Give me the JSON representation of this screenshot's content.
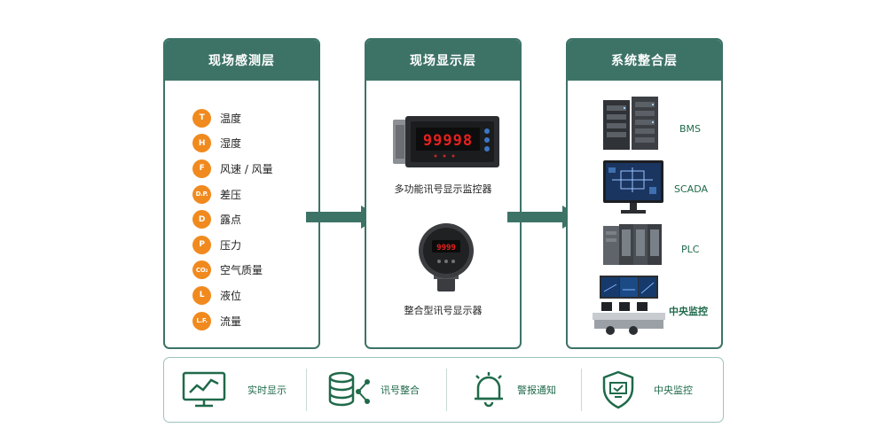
{
  "columns": {
    "sense": {
      "title": "现场感测层"
    },
    "display": {
      "title": "现场显示层"
    },
    "system": {
      "title": "系统整合层"
    }
  },
  "sensors": [
    {
      "badge": "T",
      "label": "温度"
    },
    {
      "badge": "H",
      "label": "湿度"
    },
    {
      "badge": "F",
      "label": "风速 / 风量"
    },
    {
      "badge": "D.P.",
      "label": "差压"
    },
    {
      "badge": "D",
      "label": "露点"
    },
    {
      "badge": "P",
      "label": "压力"
    },
    {
      "badge": "CO₂",
      "label": "空气质量"
    },
    {
      "badge": "L",
      "label": "液位"
    },
    {
      "badge": "L.F.",
      "label": "流量"
    }
  ],
  "display_devices": {
    "panel_meter": {
      "readout": "99998",
      "label": "多功能讯号显示监控器"
    },
    "round_meter": {
      "readout": "9999",
      "label": "整合型讯号显示器"
    }
  },
  "systems": [
    {
      "label": "BMS"
    },
    {
      "label": "SCADA"
    },
    {
      "label": "PLC"
    },
    {
      "label": "中央监控"
    }
  ],
  "features": [
    {
      "label": "实时显示"
    },
    {
      "label": "讯号整合"
    },
    {
      "label": "警报通知"
    },
    {
      "label": "中央监控"
    }
  ],
  "colors": {
    "header": "#3d7367",
    "badge": "#f08a1e",
    "arrow": "#3d7367",
    "feature_text": "#1f6a4a"
  }
}
